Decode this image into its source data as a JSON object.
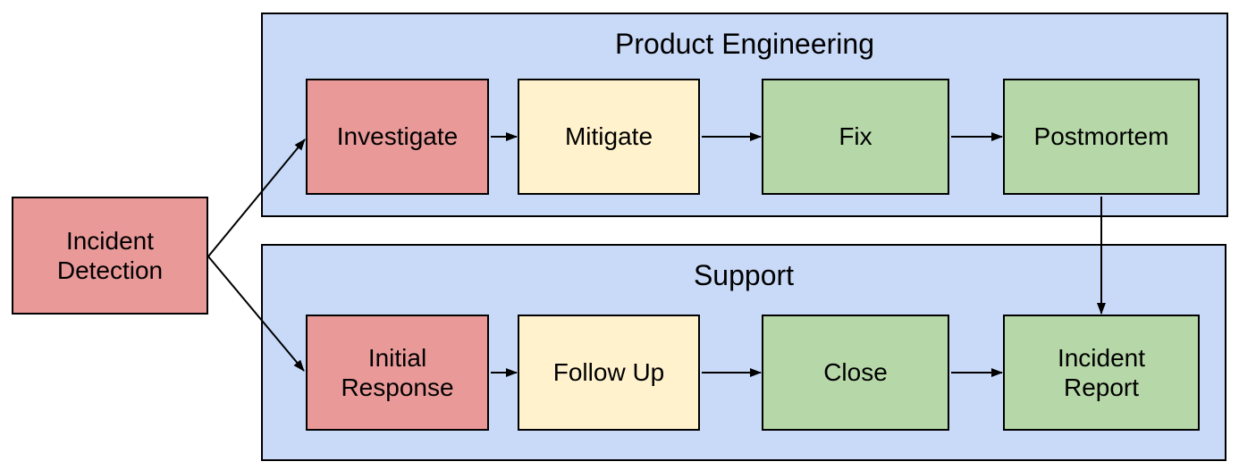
{
  "diagram": {
    "type": "flowchart",
    "colors": {
      "container": "#c9daf8",
      "red": "#ea9999",
      "yellow": "#fff2cc",
      "green": "#b6d7a8",
      "border": "#000000",
      "arrow": "#000000",
      "background": "#ffffff"
    },
    "groups": {
      "product_engineering": {
        "label": "Product Engineering"
      },
      "support": {
        "label": "Support"
      }
    },
    "nodes": {
      "incident_detection": {
        "label": "Incident Detection",
        "fill": "red",
        "group": null
      },
      "investigate": {
        "label": "Investigate",
        "fill": "red",
        "group": "product_engineering"
      },
      "mitigate": {
        "label": "Mitigate",
        "fill": "yellow",
        "group": "product_engineering"
      },
      "fix": {
        "label": "Fix",
        "fill": "green",
        "group": "product_engineering"
      },
      "postmortem": {
        "label": "Postmortem",
        "fill": "green",
        "group": "product_engineering"
      },
      "initial_response": {
        "label": "Initial Response",
        "fill": "red",
        "group": "support"
      },
      "follow_up": {
        "label": "Follow Up",
        "fill": "yellow",
        "group": "support"
      },
      "close": {
        "label": "Close",
        "fill": "green",
        "group": "support"
      },
      "incident_report": {
        "label": "Incident Report",
        "fill": "green",
        "group": "support"
      }
    },
    "edges": [
      {
        "from": "incident_detection",
        "to": "investigate"
      },
      {
        "from": "incident_detection",
        "to": "initial_response"
      },
      {
        "from": "investigate",
        "to": "mitigate"
      },
      {
        "from": "mitigate",
        "to": "fix"
      },
      {
        "from": "fix",
        "to": "postmortem"
      },
      {
        "from": "postmortem",
        "to": "incident_report"
      },
      {
        "from": "initial_response",
        "to": "follow_up"
      },
      {
        "from": "follow_up",
        "to": "close"
      },
      {
        "from": "close",
        "to": "incident_report"
      }
    ]
  }
}
